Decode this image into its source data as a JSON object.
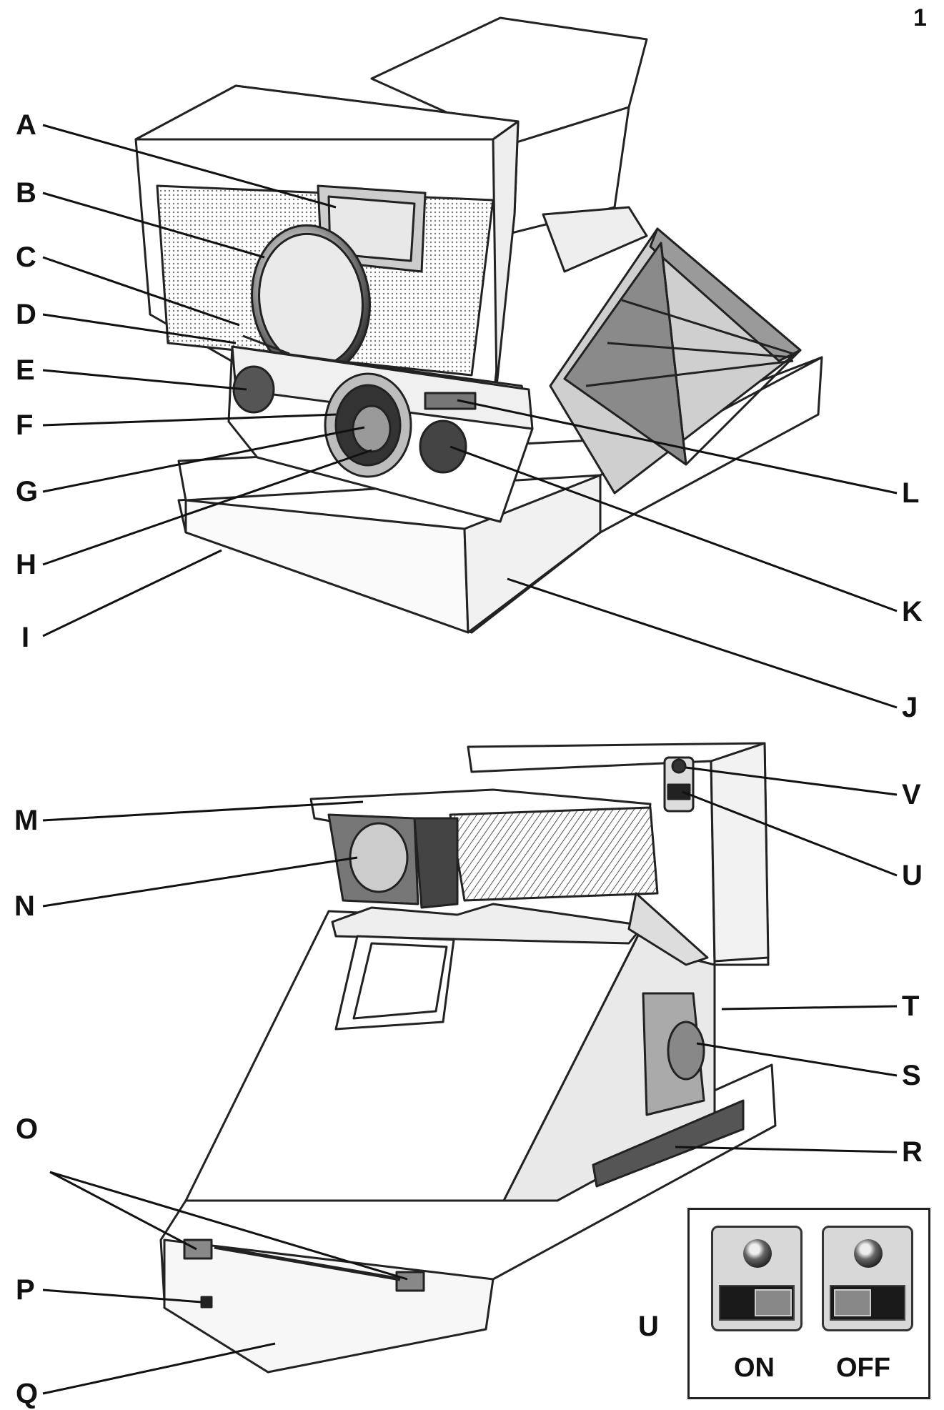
{
  "page_number": "1",
  "labels": {
    "A": "A",
    "B": "B",
    "C": "C",
    "D": "D",
    "E": "E",
    "F": "F",
    "G": "G",
    "H": "H",
    "I": "I",
    "J": "J",
    "K": "K",
    "L": "L",
    "M": "M",
    "N": "N",
    "O": "O",
    "P": "P",
    "Q": "Q",
    "R": "R",
    "S": "S",
    "T": "T",
    "U": "U",
    "V": "V"
  },
  "inset": {
    "label": "U",
    "on": "ON",
    "off": "OFF"
  },
  "colors": {
    "line": "#222222",
    "paper": "#ffffff",
    "shade": "#9a9a9a"
  }
}
